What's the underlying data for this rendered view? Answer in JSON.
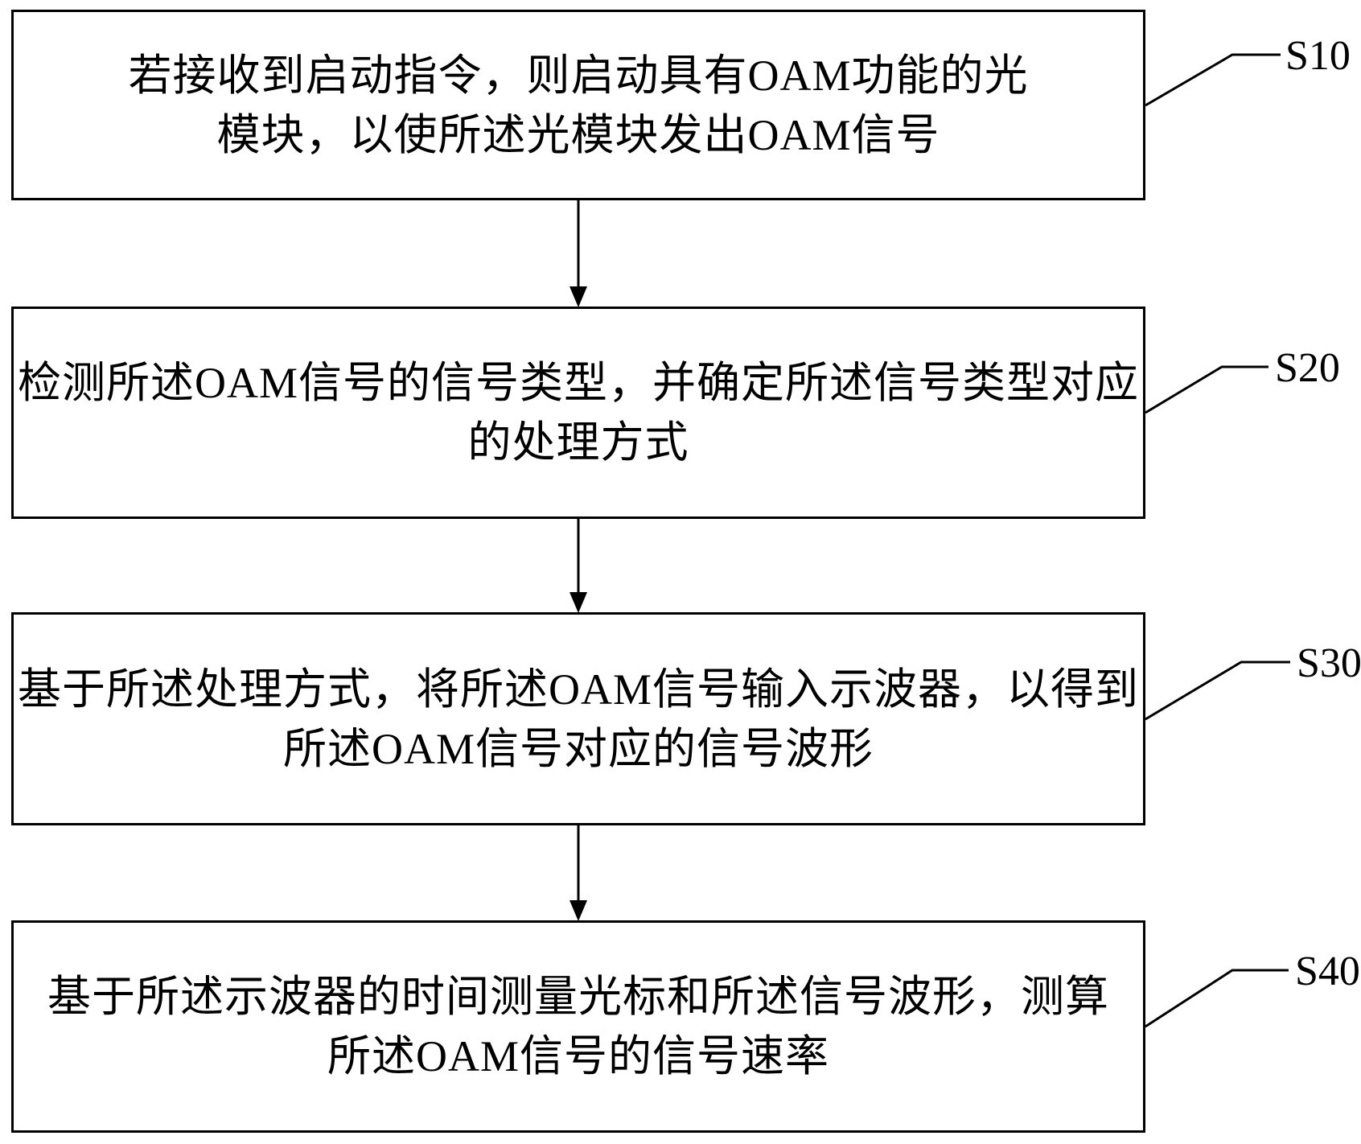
{
  "figure": {
    "type": "flowchart",
    "background_color": "#ffffff",
    "line_color": "#000000",
    "text_color": "#000000",
    "steps": [
      {
        "label": "S10",
        "lines": [
          "若接收到启动指令，则启动具有OAM功能的光",
          "模块，以使所述光模块发出OAM信号"
        ]
      },
      {
        "label": "S20",
        "lines": [
          "检测所述OAM信号的信号类型，并确定所述信号类型对应",
          "的处理方式"
        ]
      },
      {
        "label": "S30",
        "lines": [
          "基于所述处理方式，将所述OAM信号输入示波器，以得到",
          "所述OAM信号对应的信号波形"
        ]
      },
      {
        "label": "S40",
        "lines": [
          "基于所述示波器的时间测量光标和所述信号波形，测算",
          "所述OAM信号的信号速率"
        ]
      }
    ]
  }
}
